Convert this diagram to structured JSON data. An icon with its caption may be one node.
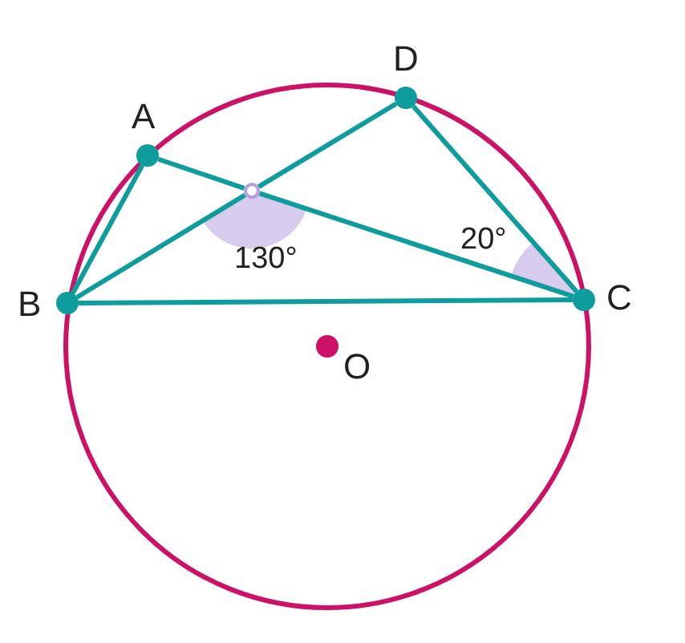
{
  "diagram": {
    "nodes": [
      {
        "text": [],
        "shape": "circle",
        "beside": [
          "A"
        ]
      },
      {
        "text": [],
        "shape": "circle",
        "beside": [
          "B"
        ]
      },
      {
        "text": [],
        "shape": "circle",
        "beside": [
          "C"
        ]
      },
      {
        "text": [],
        "shape": "circle",
        "beside": [
          "D"
        ]
      },
      {
        "text": [],
        "shape": "circle",
        "beside": [
          "O"
        ]
      },
      {
        "text": [],
        "shape": "circle"
      }
    ],
    "edges": [
      {
        "from": 0,
        "to": 1,
        "arrow": "none"
      },
      {
        "from": 0,
        "to": 5,
        "arrow": "none"
      },
      {
        "from": 5,
        "to": 2,
        "arrow": "none"
      },
      {
        "from": 1,
        "to": 5,
        "arrow": "none"
      },
      {
        "from": 5,
        "to": 3,
        "arrow": "none"
      },
      {
        "from": 3,
        "to": 2,
        "arrow": "none"
      },
      {
        "from": 1,
        "to": 2,
        "arrow": "none"
      }
    ],
    "labels": [
      "130°",
      "20°"
    ]
  }
}
